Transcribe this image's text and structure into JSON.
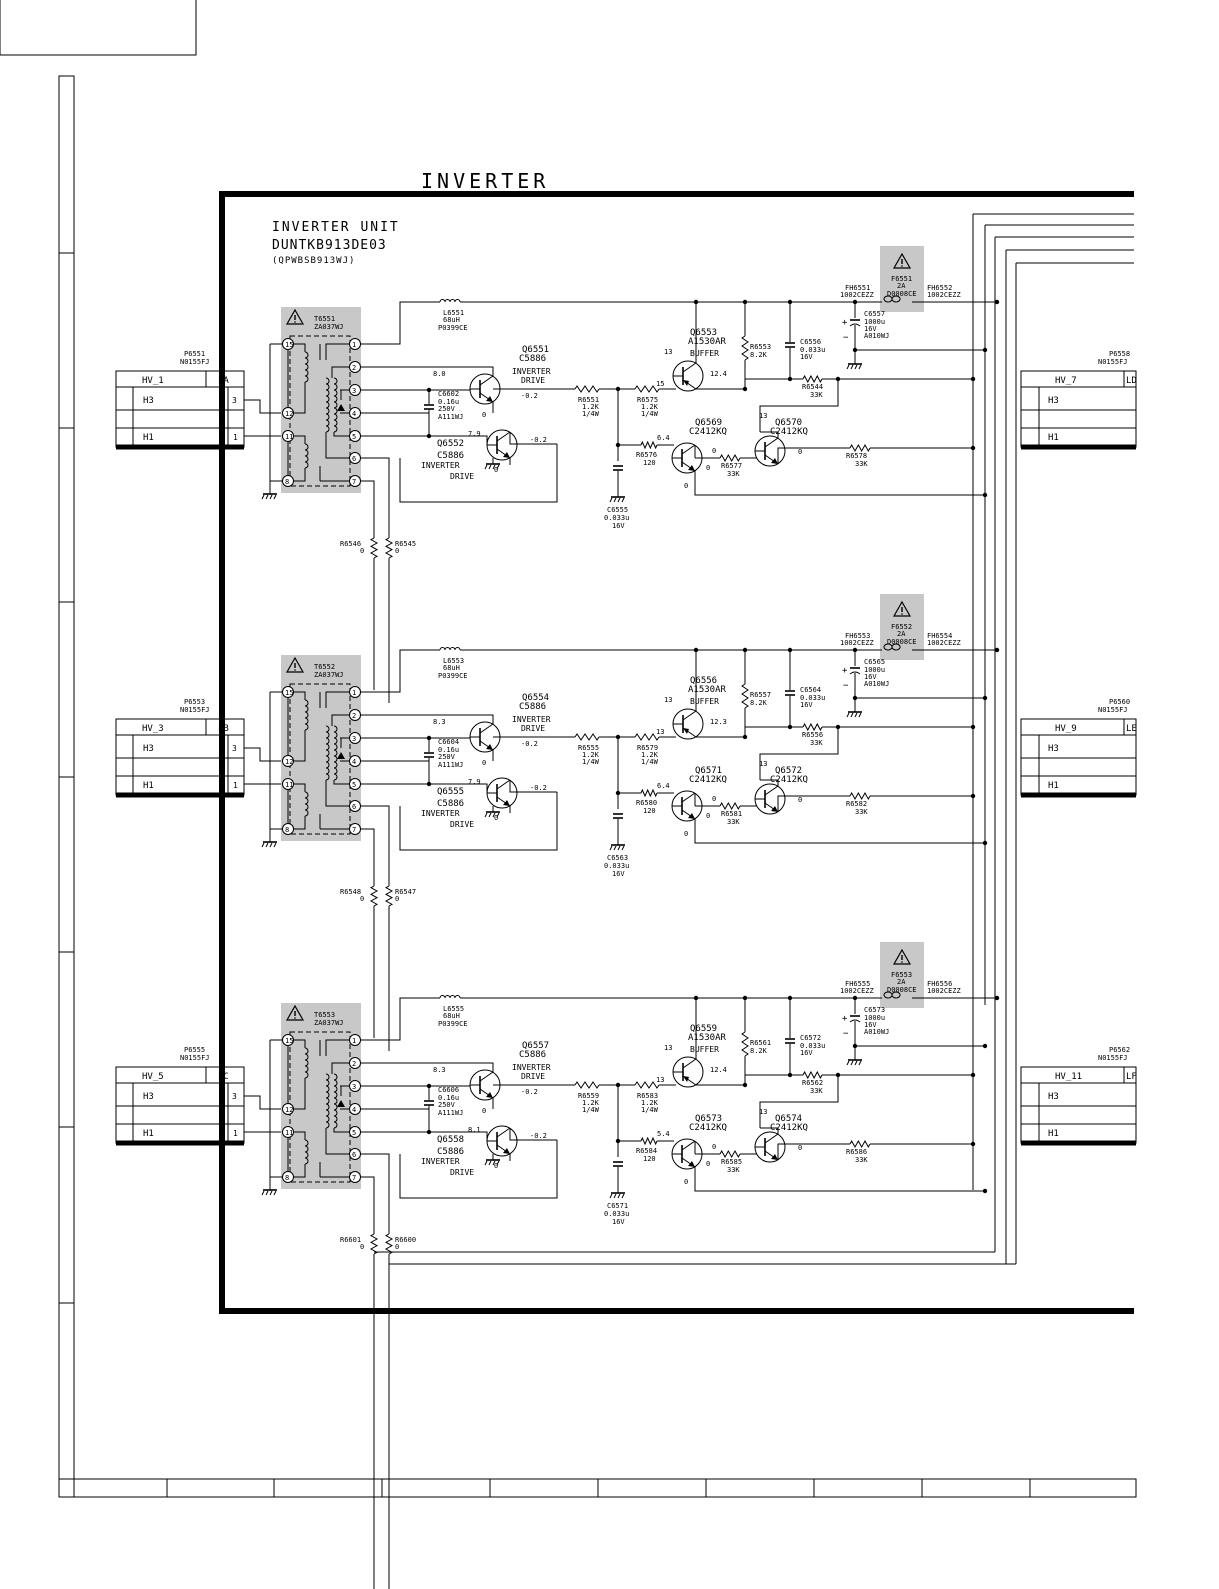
{
  "title": "INVERTER",
  "unit": {
    "name": "INVERTER UNIT",
    "code": "DUNTKB913DE03",
    "sub": "(QPWBSB913WJ)"
  },
  "stages": [
    {
      "connector": {
        "ref": "P6551",
        "part": "N0155FJ",
        "name": "HV_1",
        "tag": "LA",
        "h3": "H3",
        "h1": "H1",
        "pin_h3": "3",
        "pin_h1": "1"
      },
      "out_connector": {
        "ref": "P6558",
        "part": "N0155FJ",
        "name": "HV_7",
        "tag": "LD",
        "h3": "H3",
        "h1": "H1"
      },
      "transformer": {
        "ref": "T6551",
        "part": "ZA037WJ"
      },
      "pins_left": [
        "15",
        "12",
        "11",
        "8"
      ],
      "pins_right": [
        "1",
        "2",
        "3",
        "4",
        "5",
        "6",
        "7"
      ],
      "inductor": {
        "ref": "L6551",
        "val": "68uH",
        "part": "P0399CE"
      },
      "fuse": {
        "ref": "F6551",
        "val": "2A",
        "part": "D0008CE"
      },
      "fh_left": {
        "ref": "FH6551",
        "part": "1002CEZZ"
      },
      "fh_right": {
        "ref": "FH6552",
        "part": "1002CEZZ"
      },
      "cap_in": {
        "ref": "C6602",
        "v1": "0.16u",
        "v2": "250V",
        "part": "A111WJ"
      },
      "q_drive1": {
        "ref": "Q6551",
        "part": "C5886",
        "label1": "INVERTER",
        "label2": "DRIVE"
      },
      "q_drive2": {
        "ref": "Q6552",
        "part": "C5886",
        "label1": "INVERTER",
        "label2": "DRIVE"
      },
      "q_buffer": {
        "ref": "Q6553",
        "part": "A1530AR",
        "label": "BUFFER"
      },
      "q_a": {
        "ref": "Q6569",
        "part": "C2412KQ"
      },
      "q_b": {
        "ref": "Q6570",
        "part": "C2412KQ"
      },
      "r_base": {
        "ref": "R6551",
        "v1": "1.2K",
        "v2": "1/4W"
      },
      "r_buf": {
        "ref": "R6575",
        "v1": "1.2K",
        "v2": "1/4W"
      },
      "r_bias": {
        "ref": "R6553",
        "v1": "8.2K"
      },
      "r_fb": {
        "ref": "R6544",
        "v1": "33K"
      },
      "r_e": {
        "ref": "R6576",
        "v1": "120"
      },
      "r_mid": {
        "ref": "R6577",
        "v1": "33K"
      },
      "r_out": {
        "ref": "R6578",
        "v1": "33K"
      },
      "cap_e": {
        "ref": "C6556",
        "v1": "0.033u",
        "v2": "16V"
      },
      "cap_elec": {
        "ref": "C6557",
        "v1": "1000u",
        "v2": "16V",
        "part": "A010WJ"
      },
      "cap_gnd": {
        "ref": "C6555",
        "v1": "0.033u",
        "v2": "16V"
      },
      "r_low1": {
        "ref": "R6546",
        "v1": "0"
      },
      "r_low2": {
        "ref": "R6545",
        "v1": "0"
      },
      "volts": {
        "v_b1": "8.0",
        "v_e1": "0",
        "v_c1": "-0.2",
        "v_b2": "7.9",
        "v_c2": "-0.2",
        "v_c2b": "0",
        "v_buf_b": "13",
        "v_buf_bb": "15",
        "v_buf_e": "12.4",
        "v_qa_b": "6.4",
        "v_qa_c": "0",
        "v_qa_e": "0",
        "v_qb_b": "13",
        "v_qb_e": "0"
      }
    },
    {
      "connector": {
        "ref": "P6553",
        "part": "N0155FJ",
        "name": "HV_3",
        "tag": "LB",
        "h3": "H3",
        "h1": "H1",
        "pin_h3": "3",
        "pin_h1": "1"
      },
      "out_connector": {
        "ref": "P6560",
        "part": "N0155FJ",
        "name": "HV_9",
        "tag": "LE",
        "h3": "H3",
        "h1": "H1"
      },
      "transformer": {
        "ref": "T6552",
        "part": "ZA037WJ"
      },
      "pins_left": [
        "15",
        "12",
        "11",
        "8"
      ],
      "pins_right": [
        "1",
        "2",
        "3",
        "4",
        "5",
        "6",
        "7"
      ],
      "inductor": {
        "ref": "L6553",
        "val": "68uH",
        "part": "P0399CE"
      },
      "fuse": {
        "ref": "F6552",
        "val": "2A",
        "part": "D0008CE"
      },
      "fh_left": {
        "ref": "FH6553",
        "part": "1002CEZZ"
      },
      "fh_right": {
        "ref": "FH6554",
        "part": "1002CEZZ"
      },
      "cap_in": {
        "ref": "C6604",
        "v1": "0.16u",
        "v2": "250V",
        "part": "A111WJ"
      },
      "q_drive1": {
        "ref": "Q6554",
        "part": "C5886",
        "label1": "INVERTER",
        "label2": "DRIVE"
      },
      "q_drive2": {
        "ref": "Q6555",
        "part": "C5886",
        "label1": "INVERTER",
        "label2": "DRIVE"
      },
      "q_buffer": {
        "ref": "Q6556",
        "part": "A1530AR",
        "label": "BUFFER"
      },
      "q_a": {
        "ref": "Q6571",
        "part": "C2412KQ"
      },
      "q_b": {
        "ref": "Q6572",
        "part": "C2412KQ"
      },
      "r_base": {
        "ref": "R6555",
        "v1": "1.2K",
        "v2": "1/4W"
      },
      "r_buf": {
        "ref": "R6579",
        "v1": "1.2K",
        "v2": "1/4W"
      },
      "r_bias": {
        "ref": "R6557",
        "v1": "8.2K"
      },
      "r_fb": {
        "ref": "R6556",
        "v1": "33K"
      },
      "r_e": {
        "ref": "R6580",
        "v1": "120"
      },
      "r_mid": {
        "ref": "R6581",
        "v1": "33K"
      },
      "r_out": {
        "ref": "R6582",
        "v1": "33K"
      },
      "cap_e": {
        "ref": "C6564",
        "v1": "0.033u",
        "v2": "16V"
      },
      "cap_elec": {
        "ref": "C6565",
        "v1": "1000u",
        "v2": "16V",
        "part": "A010WJ"
      },
      "cap_gnd": {
        "ref": "C6563",
        "v1": "0.033u",
        "v2": "16V"
      },
      "r_low1": {
        "ref": "R6548",
        "v1": "0"
      },
      "r_low2": {
        "ref": "R6547",
        "v1": "0"
      },
      "volts": {
        "v_b1": "8.3",
        "v_e1": "0",
        "v_c1": "-0.2",
        "v_b2": "7.9",
        "v_c2": "-0.2",
        "v_c2b": "0",
        "v_buf_b": "13",
        "v_buf_bb": "13",
        "v_buf_e": "12.3",
        "v_qa_b": "6.4",
        "v_qa_c": "0",
        "v_qa_e": "0",
        "v_qb_b": "13",
        "v_qb_e": "0"
      }
    },
    {
      "connector": {
        "ref": "P6555",
        "part": "N0155FJ",
        "name": "HV_5",
        "tag": "LC",
        "h3": "H3",
        "h1": "H1",
        "pin_h3": "3",
        "pin_h1": "1"
      },
      "out_connector": {
        "ref": "P6562",
        "part": "N0155FJ",
        "name": "HV_11",
        "tag": "LF",
        "h3": "H3",
        "h1": "H1"
      },
      "transformer": {
        "ref": "T6553",
        "part": "ZA037WJ"
      },
      "pins_left": [
        "15",
        "12",
        "11",
        "8"
      ],
      "pins_right": [
        "1",
        "2",
        "3",
        "4",
        "5",
        "6",
        "7"
      ],
      "inductor": {
        "ref": "L6555",
        "val": "68uH",
        "part": "P0399CE"
      },
      "fuse": {
        "ref": "F6553",
        "val": "2A",
        "part": "D0008CE"
      },
      "fh_left": {
        "ref": "FH6555",
        "part": "1002CEZZ"
      },
      "fh_right": {
        "ref": "FH6556",
        "part": "1002CEZZ"
      },
      "cap_in": {
        "ref": "C6606",
        "v1": "0.16u",
        "v2": "250V",
        "part": "A111WJ"
      },
      "q_drive1": {
        "ref": "Q6557",
        "part": "C5886",
        "label1": "INVERTER",
        "label2": "DRIVE"
      },
      "q_drive2": {
        "ref": "Q6558",
        "part": "C5886",
        "label1": "INVERTER",
        "label2": "DRIVE"
      },
      "q_buffer": {
        "ref": "Q6559",
        "part": "A1530AR",
        "label": "BUFFER"
      },
      "q_a": {
        "ref": "Q6573",
        "part": "C2412KQ"
      },
      "q_b": {
        "ref": "Q6574",
        "part": "C2412KQ"
      },
      "r_base": {
        "ref": "R6559",
        "v1": "1.2K",
        "v2": "1/4W"
      },
      "r_buf": {
        "ref": "R6583",
        "v1": "1.2K",
        "v2": "1/4W"
      },
      "r_bias": {
        "ref": "R6561",
        "v1": "8.2K"
      },
      "r_fb": {
        "ref": "R6562",
        "v1": "33K"
      },
      "r_e": {
        "ref": "R6584",
        "v1": "120"
      },
      "r_mid": {
        "ref": "R6585",
        "v1": "33K"
      },
      "r_out": {
        "ref": "R6586",
        "v1": "33K"
      },
      "cap_e": {
        "ref": "C6572",
        "v1": "0.033u",
        "v2": "16V"
      },
      "cap_elec": {
        "ref": "C6573",
        "v1": "1000u",
        "v2": "16V",
        "part": "A010WJ"
      },
      "cap_gnd": {
        "ref": "C6571",
        "v1": "0.033u",
        "v2": "16V"
      },
      "r_low1": {
        "ref": "R6601",
        "v1": "0"
      },
      "r_low2": {
        "ref": "R6600",
        "v1": "0"
      },
      "volts": {
        "v_b1": "8.3",
        "v_e1": "0",
        "v_c1": "-0.2",
        "v_b2": "8.1",
        "v_c2": "-0.2",
        "v_c2b": "0",
        "v_buf_b": "13",
        "v_buf_bb": "13",
        "v_buf_e": "12.4",
        "v_qa_b": "5.4",
        "v_qa_c": "0",
        "v_qa_e": "0",
        "v_qb_b": "13",
        "v_qb_e": "0"
      }
    }
  ]
}
